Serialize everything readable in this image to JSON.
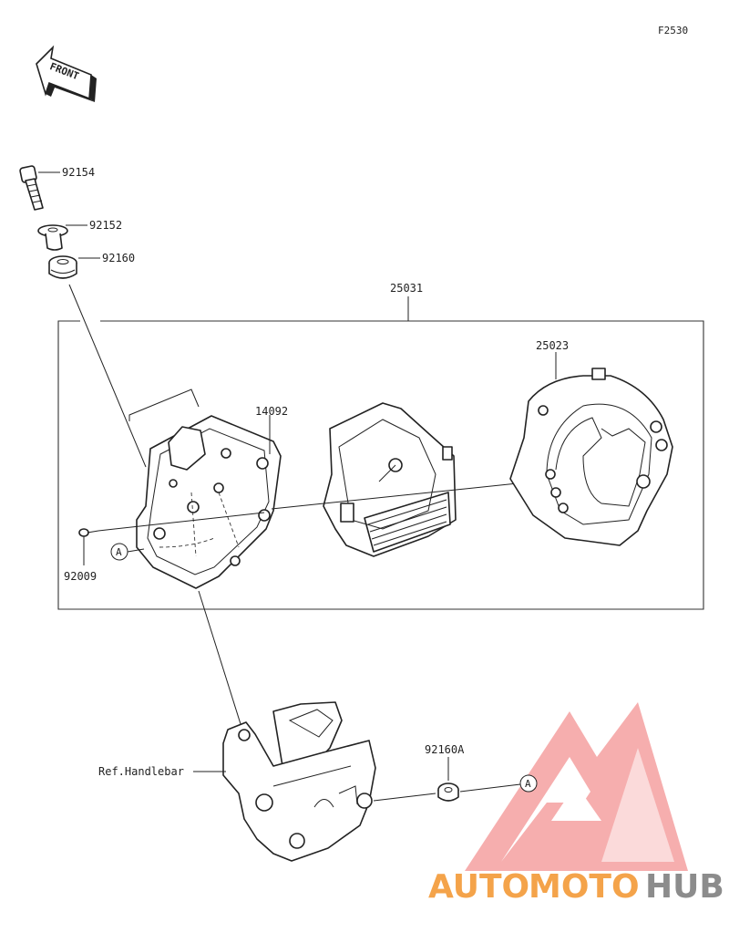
{
  "figure_code": "F2530",
  "front_arrow": {
    "text": "FRONT",
    "icon": "front-direction-arrow-icon"
  },
  "parts": {
    "p92154": "92154",
    "p92152": "92152",
    "p92160": "92160",
    "p25031": "25031",
    "p25023": "25023",
    "p14092": "14092",
    "p92009": "92009",
    "p92160A": "92160A",
    "ref_handlebar": "Ref.Handlebar"
  },
  "callout_marker": "A",
  "watermark": {
    "part1": "AUTO",
    "part2": "MOTO",
    "part3": "HUB",
    "color_primary": "#f4a34a",
    "color_secondary": "#8c8c8c",
    "triangle_color": "#f08a8a"
  }
}
